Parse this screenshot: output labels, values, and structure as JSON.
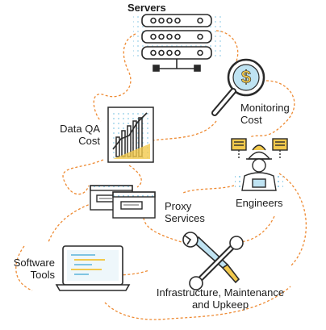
{
  "colors": {
    "ink": "#2a2a2a",
    "orange": "#ee8a32",
    "yellow": "#f2c94c",
    "light_blue": "#bfe3f2",
    "dot_blue": "#7fc4e2"
  },
  "nodes": {
    "servers": {
      "label": "Servers",
      "icon": "server-rack-icon"
    },
    "monitoring": {
      "label_line1": "Monitoring",
      "label_line2": "Cost",
      "icon": "magnifier-dollar-icon"
    },
    "data_qa": {
      "label_line1": "Data QA",
      "label_line2": "Cost",
      "icon": "chart-icon"
    },
    "engineers": {
      "label": "Engineers",
      "icon": "engineer-icon"
    },
    "proxy": {
      "label_line1": "Proxy",
      "label_line2": "Services",
      "icon": "browser-windows-icon"
    },
    "software": {
      "label_line1": "Software",
      "label_line2": "Tools",
      "icon": "laptop-code-icon"
    },
    "infra": {
      "label_line1": "Infrastructure, Maintenance",
      "label_line2": "and Upkeep",
      "icon": "wrench-screwdriver-icon"
    }
  }
}
